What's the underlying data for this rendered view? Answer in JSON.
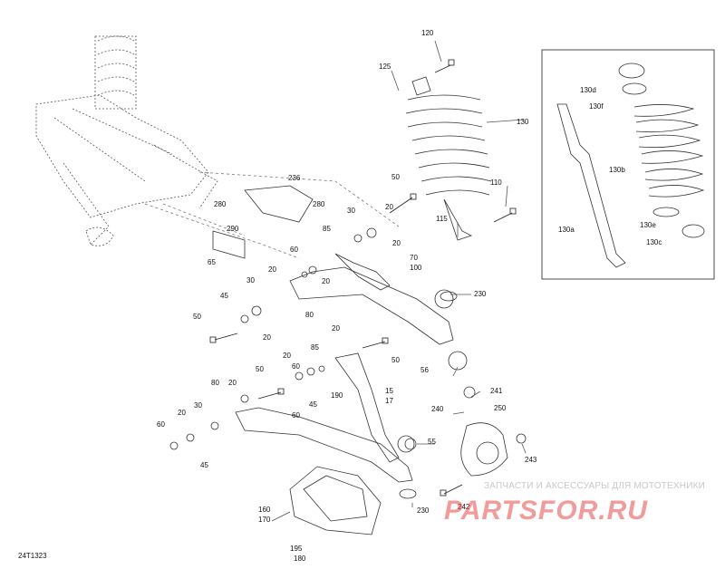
{
  "diagram": {
    "ref_code": "24T1323",
    "watermark": {
      "caption": "ЗАПЧАСТИ И АКСЕССУАРЫ ДЛЯ МОТОТЕХНИКИ",
      "brand": "PARTSFOR.RU"
    },
    "part_labels": [
      "120",
      "125",
      "130",
      "130d",
      "130f",
      "130b",
      "130a",
      "130e",
      "130c",
      "236",
      "280",
      "280",
      "290",
      "65",
      "50",
      "110",
      "115",
      "85",
      "30",
      "20",
      "20",
      "60",
      "70",
      "100",
      "20",
      "20",
      "230",
      "45",
      "30",
      "80",
      "50",
      "20",
      "20",
      "85",
      "50",
      "56",
      "60",
      "45",
      "20",
      "60",
      "241",
      "240",
      "250",
      "80",
      "50",
      "20",
      "190",
      "15",
      "17",
      "30",
      "55",
      "20",
      "60",
      "45",
      "243",
      "230",
      "242",
      "160",
      "170",
      "195",
      "180"
    ]
  }
}
